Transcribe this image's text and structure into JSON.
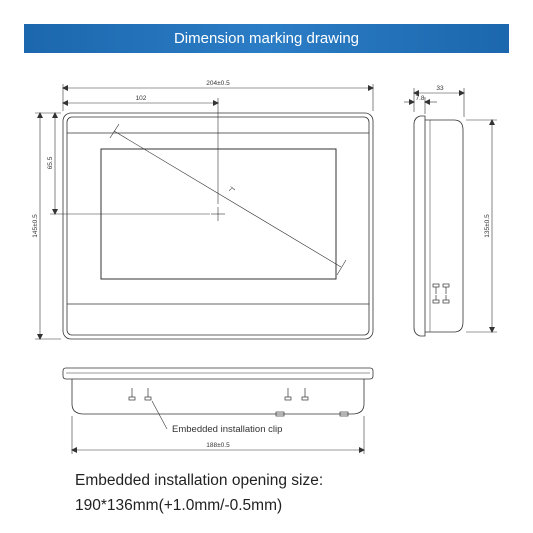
{
  "header": {
    "title": "Dimension marking drawing"
  },
  "dimensions": {
    "total_width": "204±0.5",
    "screen_width": "102",
    "total_height": "145±0.5",
    "screen_half_height": "65.5",
    "side_depth": "33",
    "side_step": "7.8",
    "side_height": "135±0.5",
    "bottom_width": "188±0.5",
    "diagonal": "7\""
  },
  "callout": {
    "clip_label": "Embedded installation clip"
  },
  "spec": {
    "line1": "Embedded installation opening size:",
    "line2": "190*136mm(+1.0mm/-0.5mm)"
  },
  "colors": {
    "banner": "#1c67ad",
    "line": "#333333"
  }
}
